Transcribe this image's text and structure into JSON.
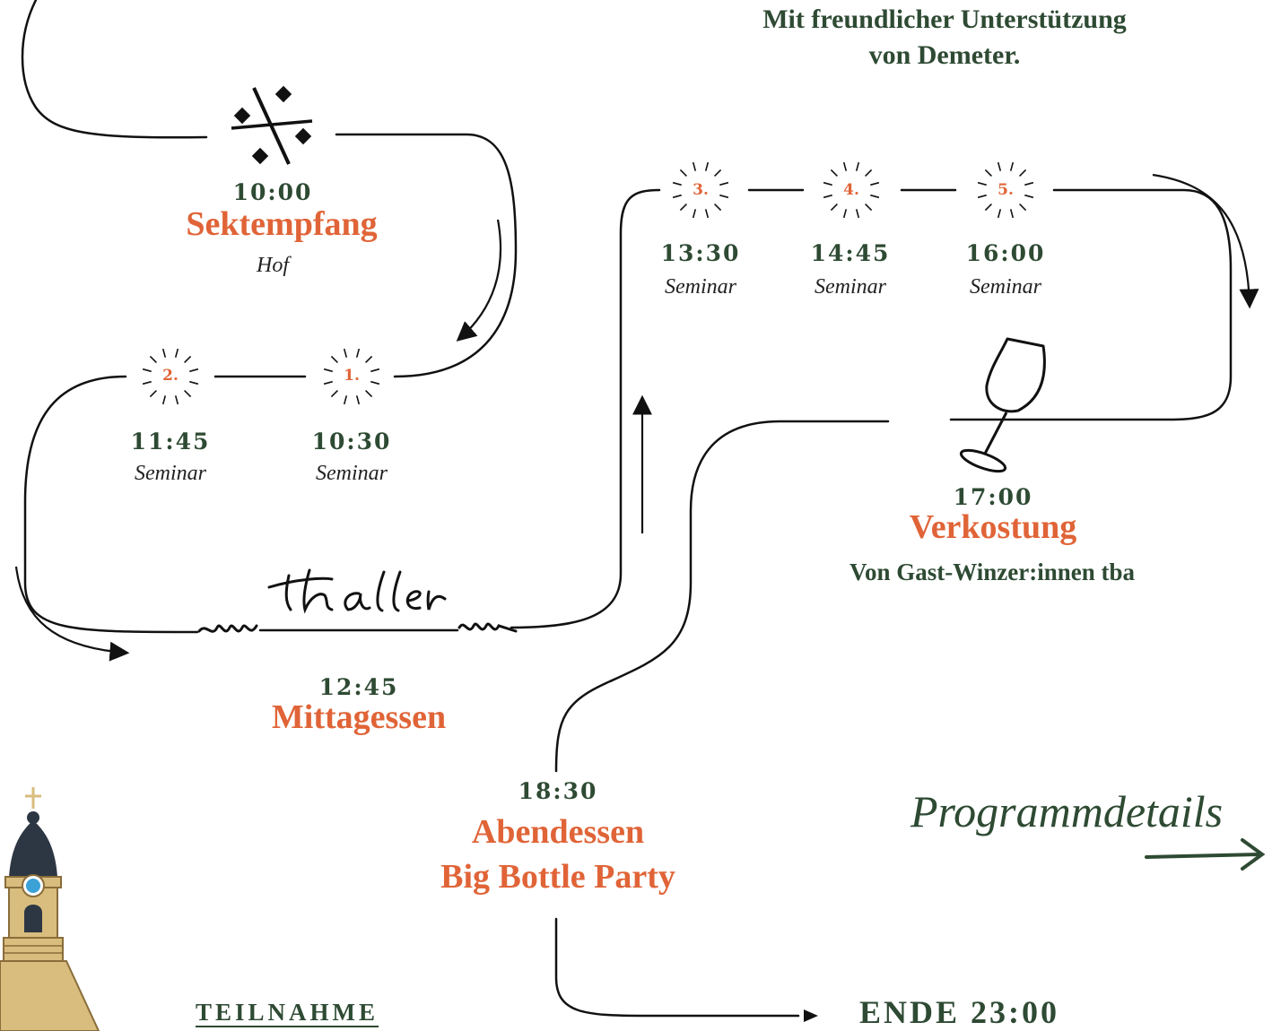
{
  "sponsor": {
    "line1": "Mit freundlicher Unterstützung",
    "line2": "von Demeter."
  },
  "events": {
    "sektempfang": {
      "time": "10:00",
      "title": "Sektempfang",
      "place": "Hof"
    },
    "seminar1": {
      "badge": "1.",
      "time": "10:30",
      "label": "Seminar"
    },
    "seminar2": {
      "badge": "2.",
      "time": "11:45",
      "label": "Seminar"
    },
    "mittagessen": {
      "time": "12:45",
      "title": "Mittagessen",
      "logo": "thaller"
    },
    "seminar3": {
      "badge": "3.",
      "time": "13:30",
      "label": "Seminar"
    },
    "seminar4": {
      "badge": "4.",
      "time": "14:45",
      "label": "Seminar"
    },
    "seminar5": {
      "badge": "5.",
      "time": "16:00",
      "label": "Seminar"
    },
    "verkostung": {
      "time": "17:00",
      "title": "Verkostung",
      "note": "Von Gast-Winzer:innen tba"
    },
    "abendessen": {
      "time": "18:30",
      "title_line1": "Abendessen",
      "title_line2": "Big Bottle Party"
    }
  },
  "end": {
    "label": "ENDE 23:00"
  },
  "links": {
    "program_details": "Programmdetails",
    "participation": "TEILNAHME"
  },
  "icons": [
    "sparkle-icon",
    "starburst-icon",
    "wine-glass-icon",
    "arrow-right-icon",
    "church-tower-icon",
    "thaller-logo"
  ],
  "colors": {
    "accent": "#e06437",
    "green": "#2e4a33",
    "line": "#111111",
    "tower": "#d9bd7e",
    "tower_dark": "#2d3744",
    "tower_blue": "#3aa2d6"
  }
}
